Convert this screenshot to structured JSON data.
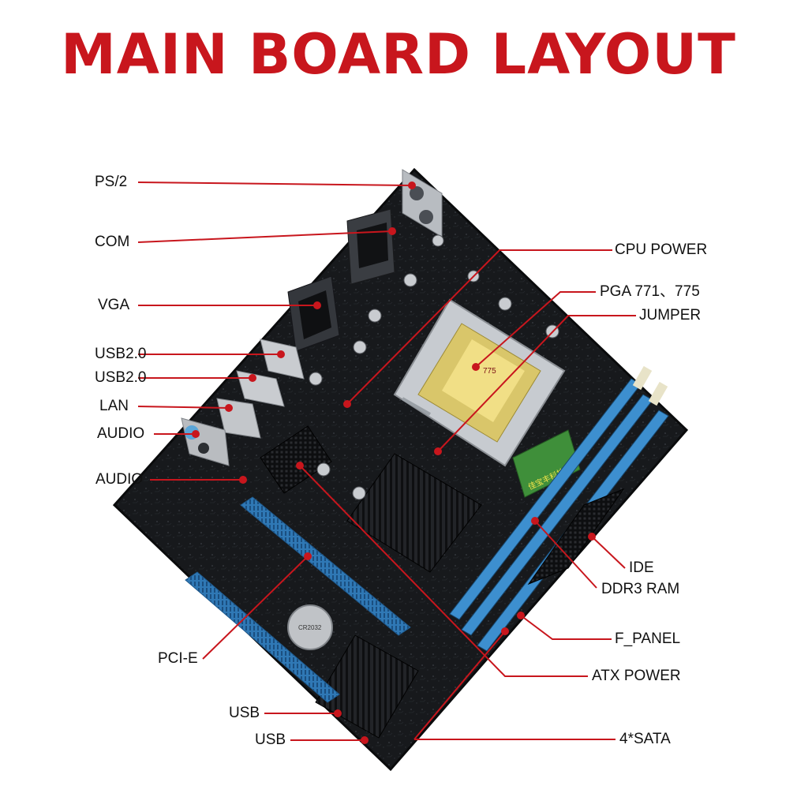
{
  "title": "MAIN BOARD LAYOUT",
  "colors": {
    "accent": "#c8161d",
    "pcb": "#17191c",
    "slot_blue": "#3d8fcf"
  },
  "cpu_socket_label": "775",
  "battery_label": "CR2032",
  "chip_brand": "佳宝丰科技",
  "labels": {
    "ps2": "PS/2",
    "com": "COM",
    "vga": "VGA",
    "usb2_a": "USB2.0",
    "usb2_b": "USB2.0",
    "lan": "LAN",
    "audio_a": "AUDIO",
    "audio_b": "AUDIO",
    "pcie": "PCI-E",
    "usb_a": "USB",
    "usb_b": "USB",
    "cpu_power": "CPU POWER",
    "pga": "PGA 771、775",
    "jumper": "JUMPER",
    "ide": "IDE",
    "ddr3": "DDR3 RAM",
    "f_panel": "F_PANEL",
    "atx_power": "ATX POWER",
    "sata": "4*SATA"
  }
}
